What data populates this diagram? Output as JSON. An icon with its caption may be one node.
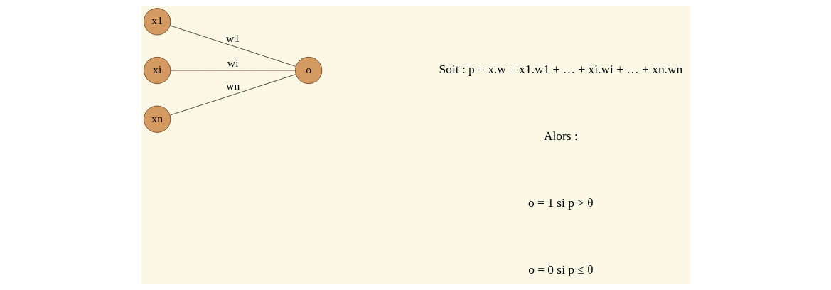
{
  "diagram": {
    "nodes": [
      {
        "text": [
          "x1"
        ]
      },
      {
        "text": [
          "xi"
        ]
      },
      {
        "text": [
          "xn"
        ]
      },
      {
        "text": [
          "o"
        ]
      }
    ],
    "edges": [
      {
        "from": 0,
        "to": 3,
        "arrow": "none",
        "label": "w1"
      },
      {
        "from": 1,
        "to": 3,
        "arrow": "none",
        "label": "wi"
      },
      {
        "from": 2,
        "to": 3,
        "arrow": "none",
        "label": "wn"
      }
    ],
    "labels": [
      "Soit : p = x.w = x1.w1 + … + xi.wi + … + xn.wn",
      "Alors :",
      "o = 1 si p > θ",
      "o = 0 si p ≤ θ"
    ]
  }
}
